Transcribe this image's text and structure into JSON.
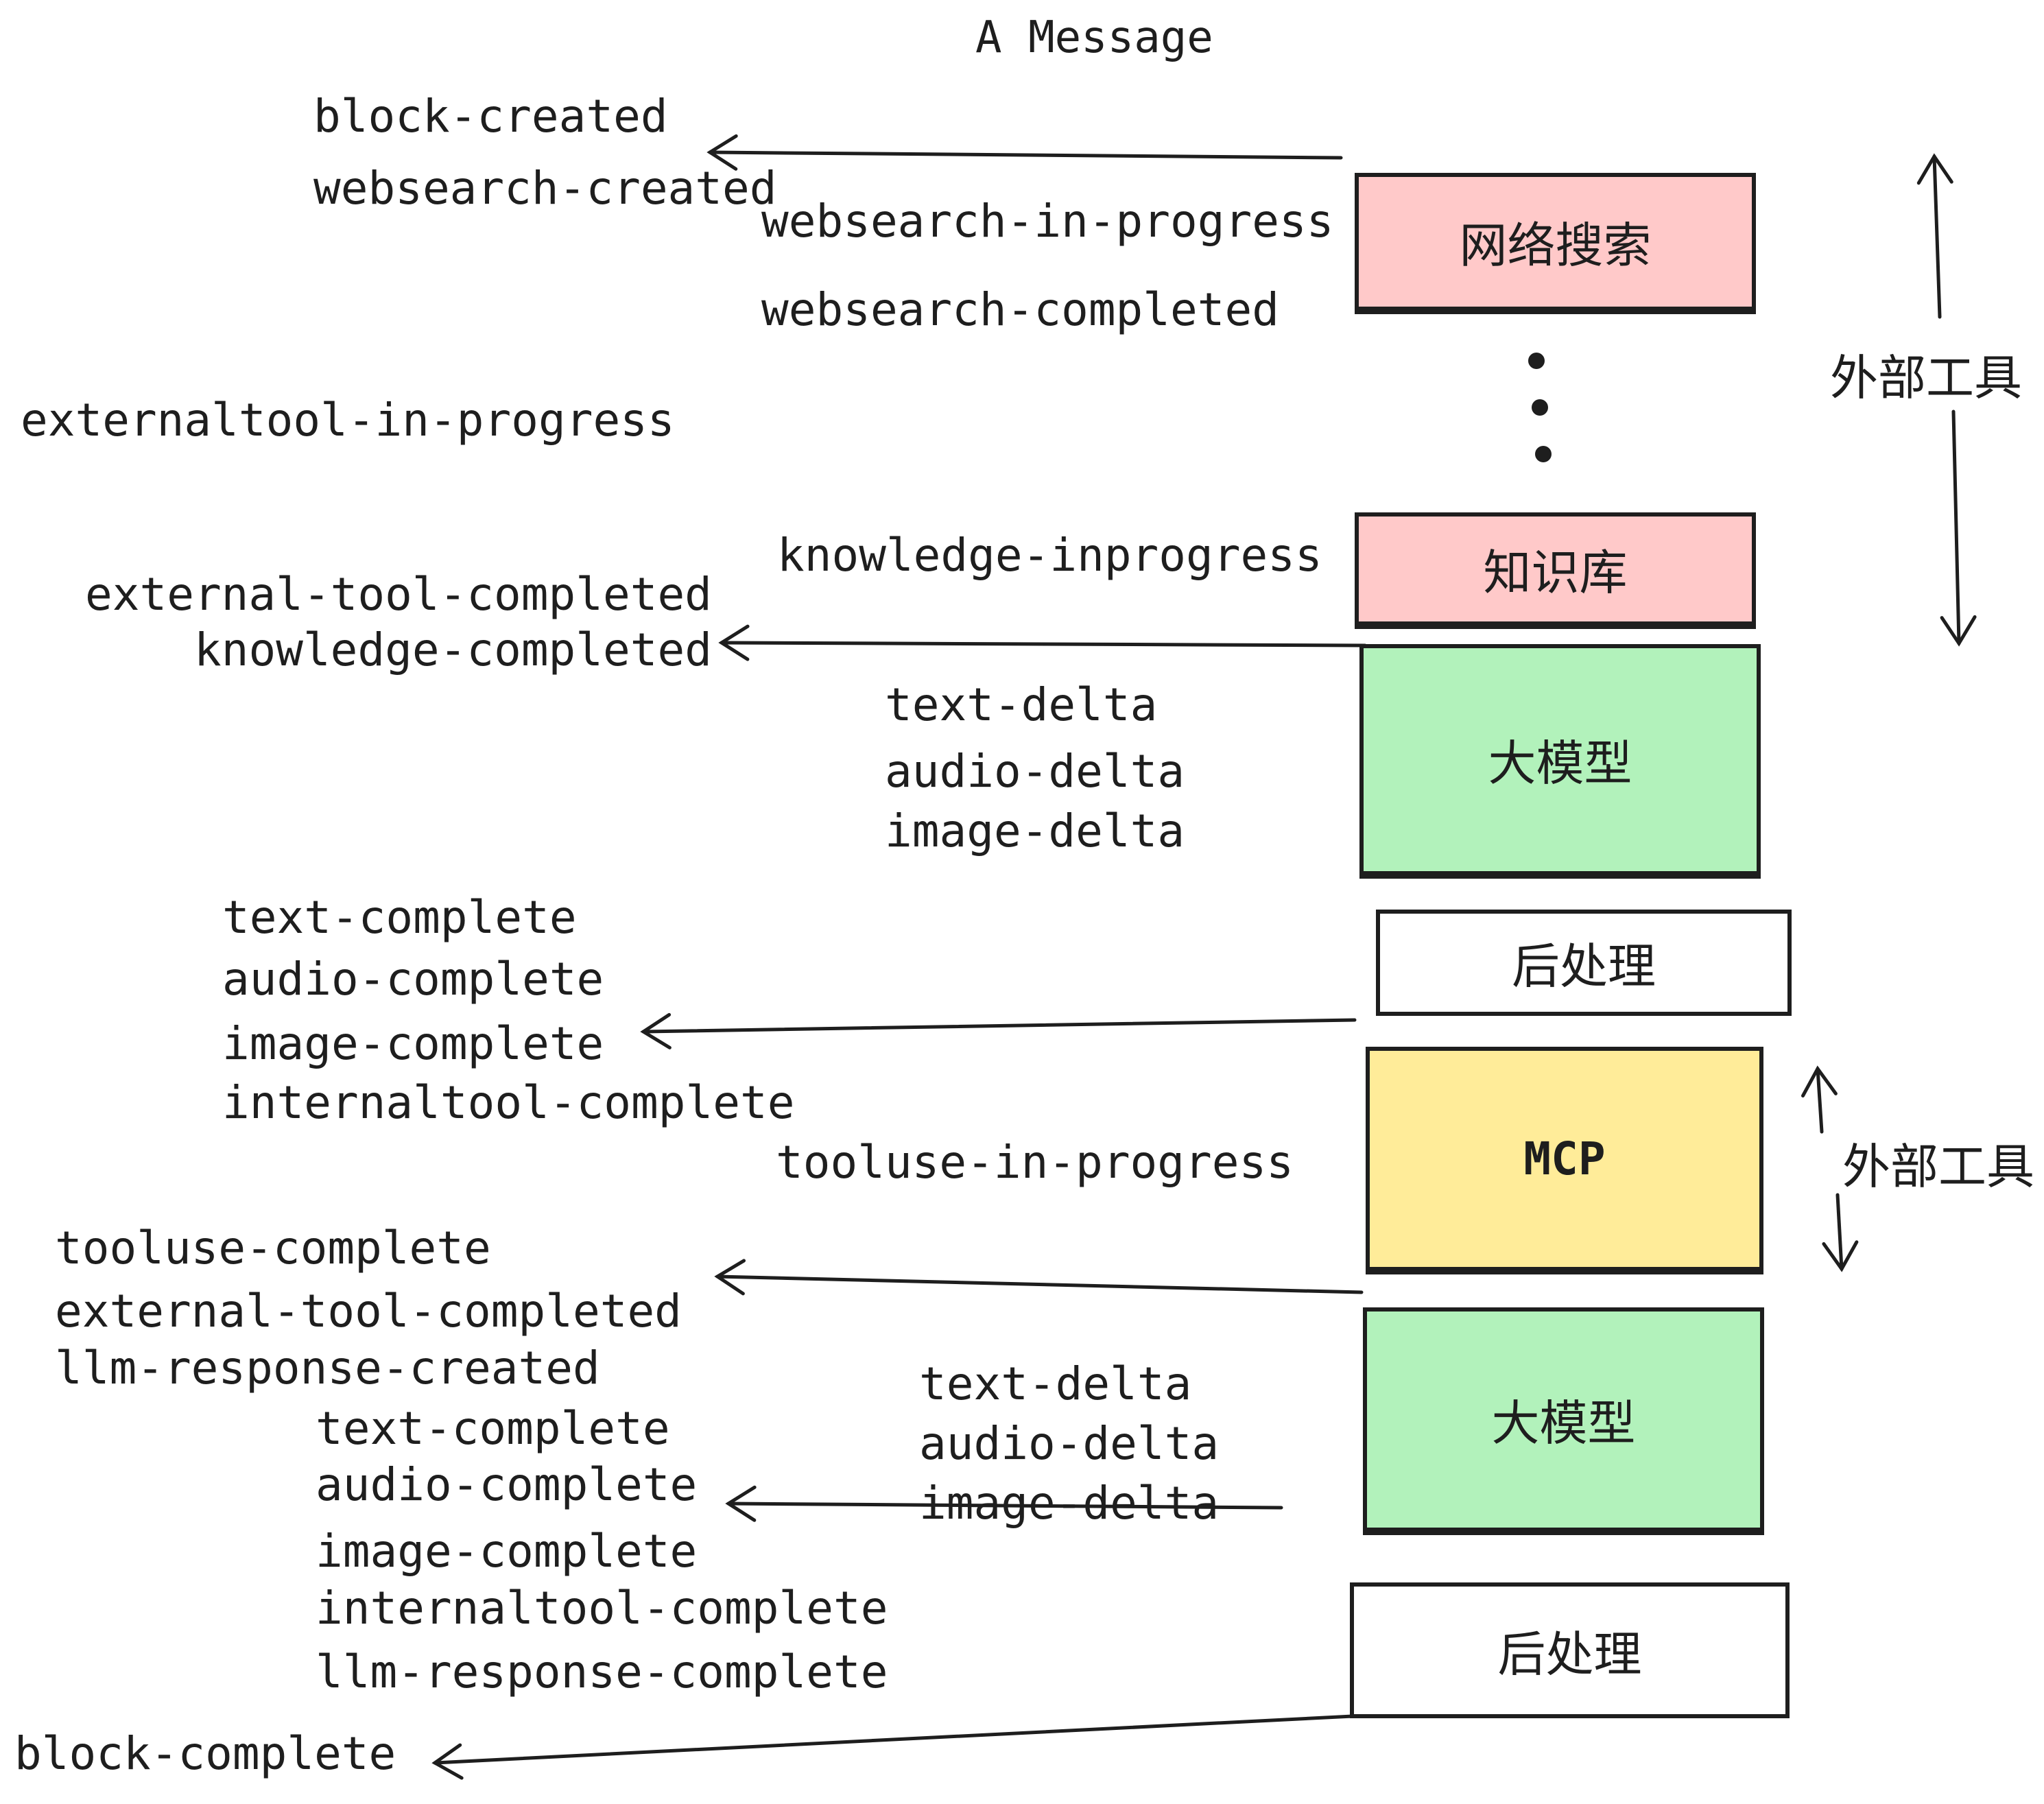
{
  "title": "A Message",
  "events": {
    "block_created": "block-created",
    "websearch_created": "websearch-created",
    "websearch_in_progress": "websearch-in-progress",
    "websearch_completed": "websearch-completed",
    "externaltool_in_progress": "externaltool-in-progress",
    "knowledge_inprogress": "knowledge-inprogress",
    "external_tool_completed_1": "external-tool-completed",
    "knowledge_completed": "knowledge-completed",
    "text_delta_1": "text-delta",
    "audio_delta_1": "audio-delta",
    "image_delta_1": "image-delta",
    "text_complete_1": "text-complete",
    "audio_complete_1": "audio-complete",
    "image_complete_1": "image-complete",
    "internaltool_complete_1": "internaltool-complete",
    "tooluse_in_progress": "tooluse-in-progress",
    "tooluse_complete": "tooluse-complete",
    "external_tool_completed_2": "external-tool-completed",
    "llm_response_created": "llm-response-created",
    "text_complete_2": "text-complete",
    "audio_complete_2": "audio-complete",
    "image_complete_2": "image-complete",
    "internaltool_complete_2": "internaltool-complete",
    "llm_response_complete": "llm-response-complete",
    "block_complete": "block-complete"
  },
  "boxes": {
    "websearch": "网络搜索",
    "knowledge": "知识库",
    "llm_1": "大模型",
    "post_1": "后处理",
    "mcp": "MCP",
    "llm_2": "大模型",
    "post_2": "后处理"
  },
  "side_labels": {
    "external_tools_top": "外部工具",
    "external_tools_mcp": "外部工具"
  },
  "colors": {
    "websearch_fill": "#ffc9c9",
    "knowledge_fill": "#ffc9c9",
    "llm_fill": "#b2f2bb",
    "mcp_fill": "#ffec99",
    "post_fill": "#ffffff",
    "stroke": "#1e1e1e"
  }
}
